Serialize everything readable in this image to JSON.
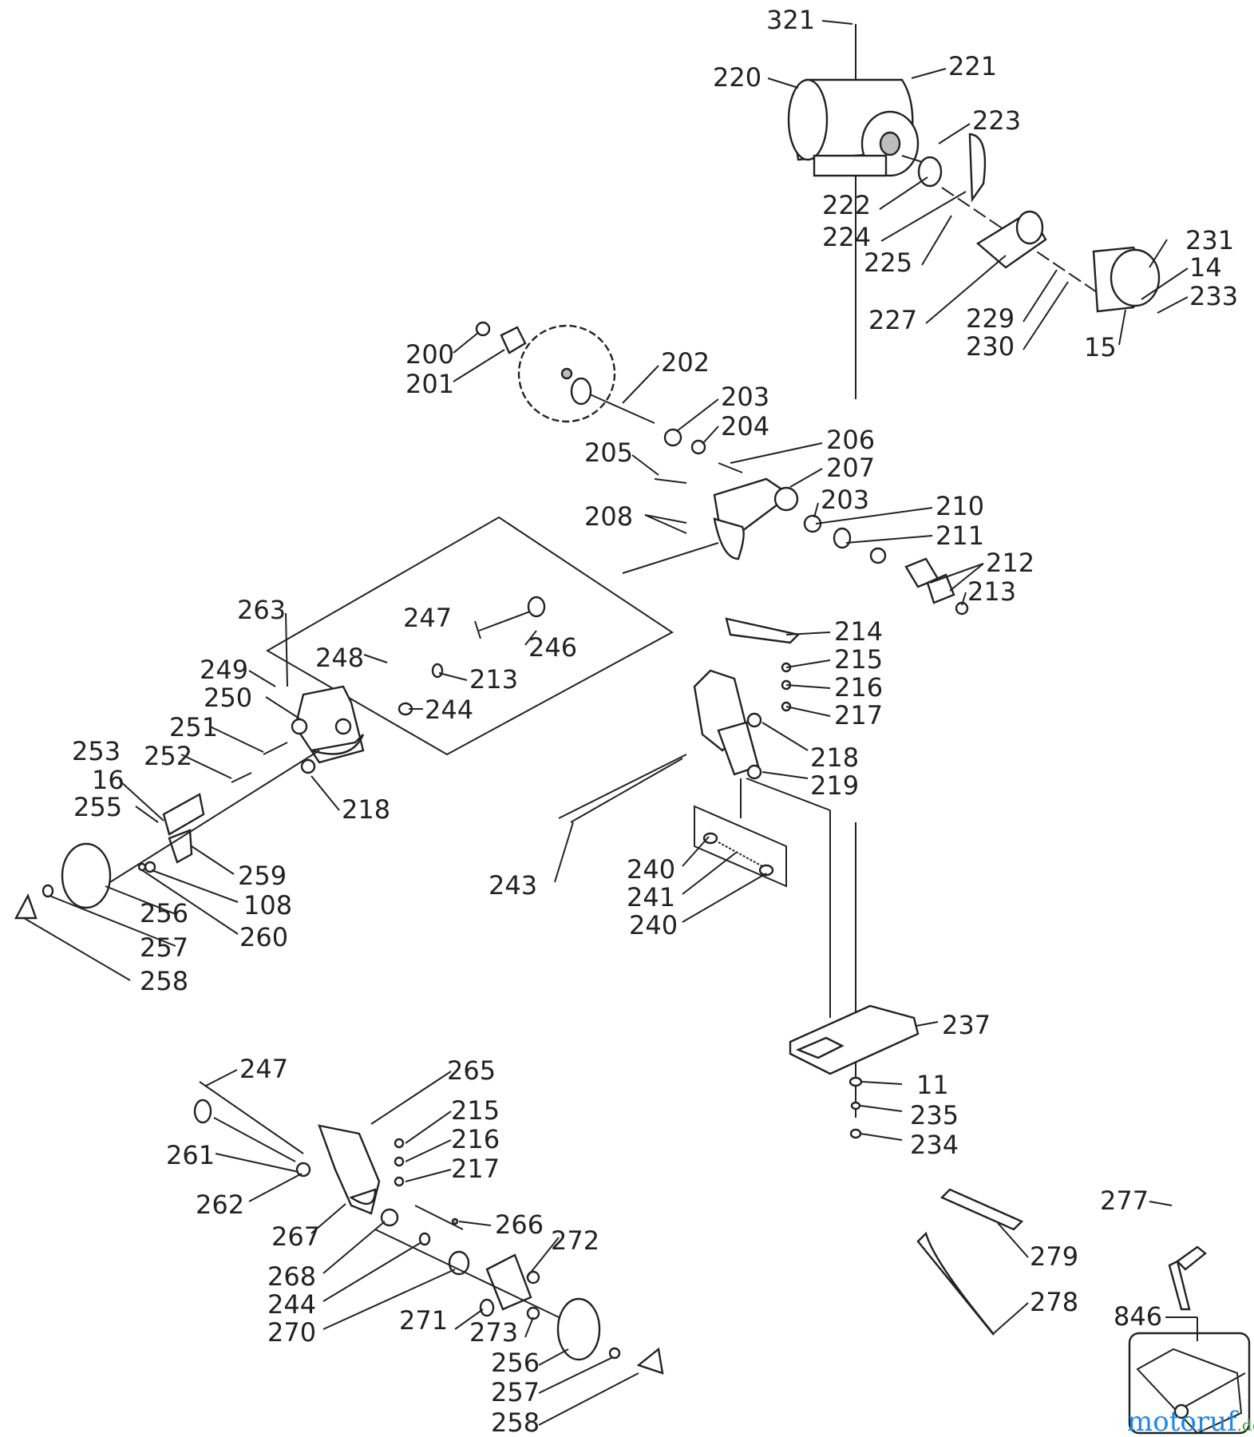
{
  "part_labels": [
    "321",
    "220",
    "221",
    "223",
    "222",
    "224",
    "225",
    "227",
    "229",
    "230",
    "231",
    "14",
    "233",
    "15",
    "200",
    "201",
    "202",
    "203",
    "204",
    "205",
    "206",
    "207",
    "208",
    "210",
    "211",
    "212",
    "213",
    "214",
    "215",
    "216",
    "217",
    "218",
    "219",
    "263",
    "247",
    "246",
    "248",
    "249",
    "250",
    "244",
    "251",
    "252",
    "253",
    "16",
    "255",
    "259",
    "256",
    "108",
    "260",
    "257",
    "258",
    "243",
    "240",
    "241",
    "237",
    "11",
    "235",
    "234",
    "265",
    "261",
    "262",
    "267",
    "266",
    "272",
    "268",
    "270",
    "271",
    "273",
    "277",
    "279",
    "278",
    "846"
  ],
  "branding": {
    "name": "motoruf",
    "suffix": ".de",
    "colors": [
      "#d32f2f",
      "#f9a825",
      "#1e88e5",
      "#43a047"
    ]
  }
}
